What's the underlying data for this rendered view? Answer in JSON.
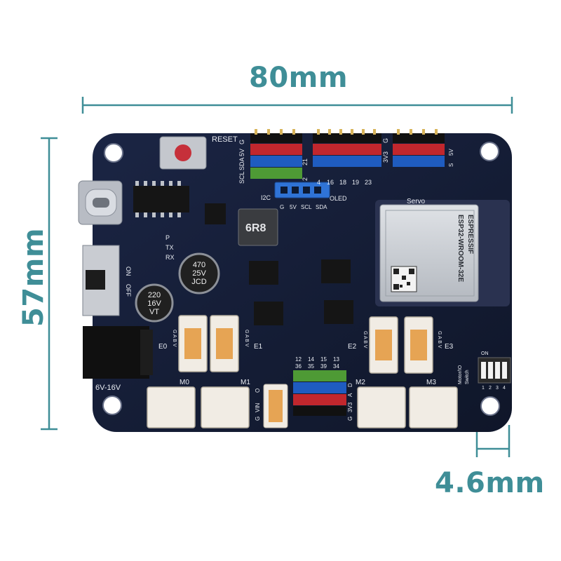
{
  "dimensions": {
    "width": "80mm",
    "height": "57mm",
    "header_height": "4.6mm",
    "line_color": "#3f8e97"
  },
  "board": {
    "pcb_color": "#141c33",
    "reset_label": "RESET",
    "vertical_header_labels": [
      "SCL",
      "SDA",
      "5V",
      "G"
    ],
    "gpio_labels_1": [
      "2",
      "4",
      "16",
      "18",
      "19",
      "23"
    ],
    "gpio_pin_21": "21",
    "gpio_labels_2": [
      "3V3",
      "G"
    ],
    "i2c_label": "I2C",
    "oled_label": "OLED",
    "oled_pins": [
      "G",
      "5V",
      "SCL",
      "SDA"
    ],
    "servo_label": "Servo",
    "servo_side": [
      "5V",
      "S"
    ],
    "inductor_text": "6R8",
    "uart_labels": [
      "P",
      "TX",
      "RX"
    ],
    "power_switch": [
      "ON",
      "OFF"
    ],
    "cap_large": [
      "470",
      "25V",
      "JCD"
    ],
    "cap_small": [
      "220",
      "16V",
      "VT"
    ],
    "input_voltage": "6V-16V",
    "encoder_labels": [
      "E0",
      "E1",
      "E2",
      "E3"
    ],
    "encoder_pins": "G A B V",
    "motor_labels": [
      "M0",
      "M1",
      "M2",
      "M3"
    ],
    "vin_header": [
      "G",
      "VIN",
      "O"
    ],
    "adc_pins_top": [
      "12",
      "14",
      "15",
      "13"
    ],
    "adc_pins_bottom": [
      "36",
      "35",
      "39",
      "34"
    ],
    "adc_side": [
      "G",
      "3V3",
      "A",
      "D"
    ],
    "module_brand": "ESPRESSIF",
    "module_name": "ESP32-WROOM-32E",
    "dip_label_lines": [
      "Motor/IO",
      "Switch"
    ],
    "dip_top": [
      "ON"
    ],
    "dip_numbers": [
      "1",
      "2",
      "3",
      "4"
    ]
  }
}
